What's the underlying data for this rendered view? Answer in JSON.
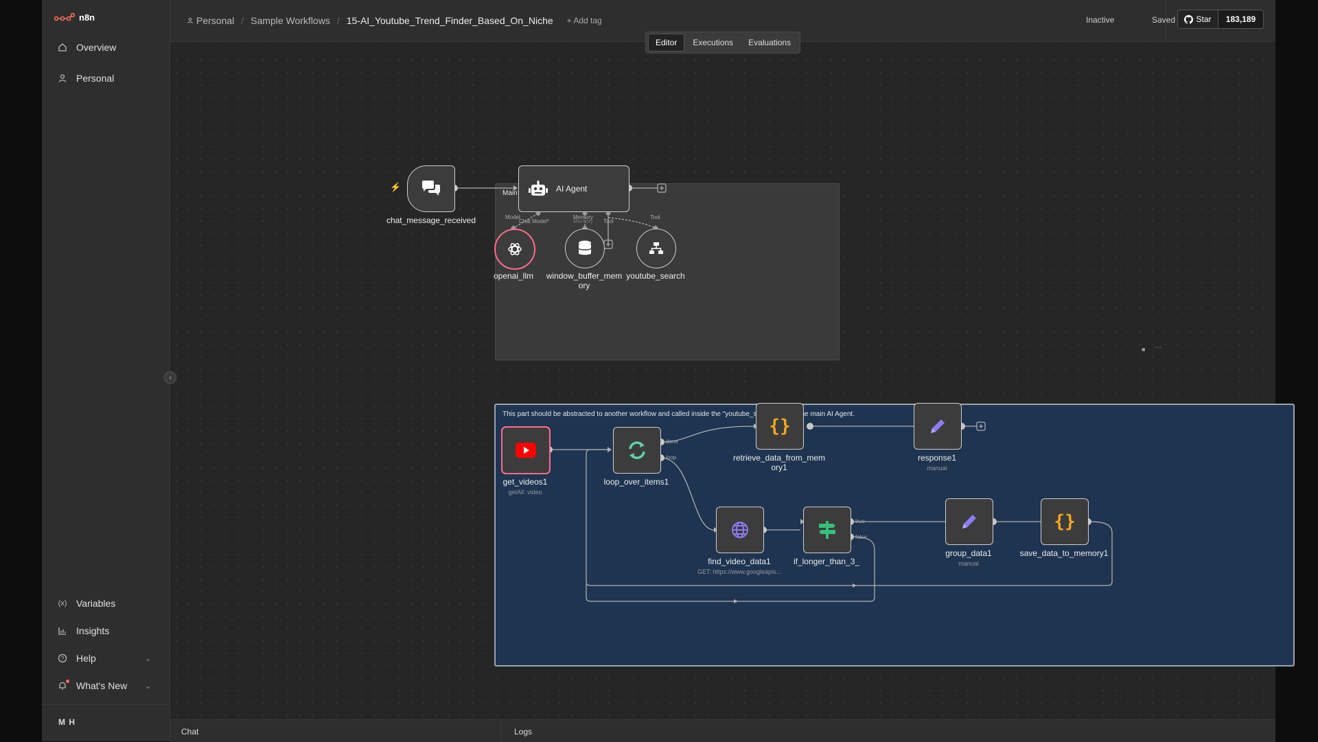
{
  "app": {
    "logo": "n8n"
  },
  "sidebar": {
    "items": [
      {
        "label": "Overview",
        "icon": "home-icon"
      },
      {
        "label": "Personal",
        "icon": "user-icon"
      }
    ],
    "bottom_items": [
      {
        "label": "Variables",
        "icon": "variables-icon"
      },
      {
        "label": "Insights",
        "icon": "chart-icon"
      },
      {
        "label": "Help",
        "icon": "help-icon"
      },
      {
        "label": "What's New",
        "icon": "bell-icon"
      }
    ],
    "user_initials": "M H"
  },
  "header": {
    "breadcrumb": [
      "Personal",
      "Sample Workflows",
      "15-AI_Youtube_Trend_Finder_Based_On_Niche"
    ],
    "add_tag": "+ Add tag",
    "status": "Inactive",
    "save_state": "Saved",
    "github_label": "Star",
    "github_count": "183,189"
  },
  "tabs": [
    "Editor",
    "Executions",
    "Evaluations"
  ],
  "active_tab": "Editor",
  "sticky_main": {
    "title": "Main Workflow"
  },
  "sticky_sub": {
    "title": "This part should be abstracted to another workflow and called inside the \"youtube_search\" tool of the main AI Agent."
  },
  "nodes": {
    "chat_trigger": {
      "label": "chat_message_received"
    },
    "ai_agent": {
      "label": "AI Agent"
    },
    "openai": {
      "label": "openai_llm"
    },
    "memory": {
      "label_line1": "window_buffer_mem",
      "label_line2": "ory"
    },
    "youtube_search": {
      "label": "youtube_search"
    },
    "get_videos": {
      "label": "get_videos1",
      "sub": "getAll: video"
    },
    "loop": {
      "label": "loop_over_items1"
    },
    "retrieve": {
      "label_line1": "retrieve_data_from_mem",
      "label_line2": "ory1"
    },
    "response": {
      "label": "response1",
      "sub": "manual"
    },
    "find_video": {
      "label": "find_video_data1",
      "sub": "GET: https://www.googleapis..."
    },
    "if_longer": {
      "label": "if_longer_than_3_"
    },
    "group": {
      "label": "group_data1",
      "sub": "manual"
    },
    "save": {
      "label": "save_data_to_memory1"
    }
  },
  "ports": {
    "model": "Model",
    "chat_model": "Chat Model*",
    "memory": "Memory",
    "memory_sub": "Memory",
    "tool": "Tool",
    "tool2": "Tool",
    "done": "done",
    "loop": "loop",
    "true": "true",
    "false": "false"
  },
  "bottom": {
    "chat": "Chat",
    "logs": "Logs"
  },
  "colors": {
    "accent": "#ff6d5a",
    "sticky_blue": "#1e3450"
  }
}
